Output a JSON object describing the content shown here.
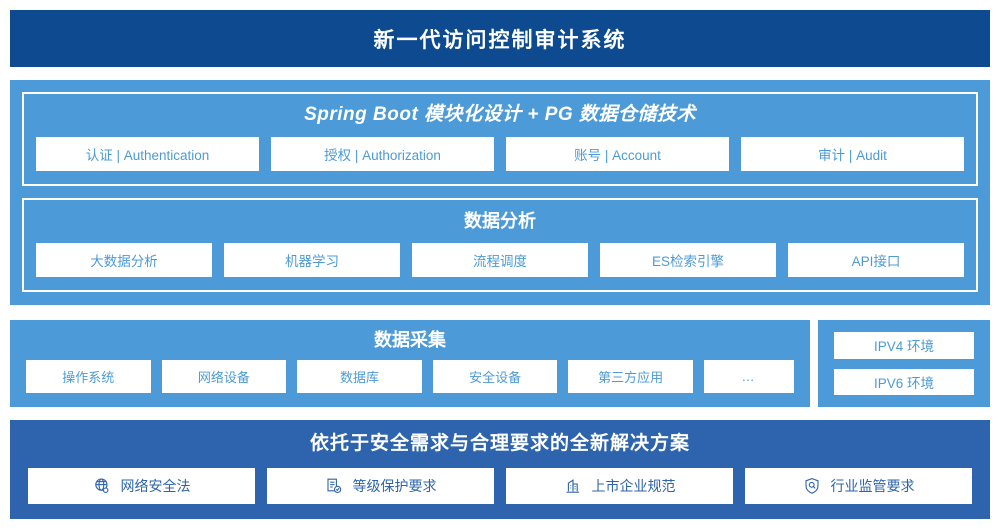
{
  "header": {
    "title": "新一代访问控制审计系统"
  },
  "upper_panel": {
    "groups": [
      {
        "title": "Spring Boot 模块化设计 + PG 数据仓储技术",
        "chips": [
          {
            "label": "认证 | Authentication"
          },
          {
            "label": "授权 | Authorization"
          },
          {
            "label": "账号 | Account"
          },
          {
            "label": "审计 | Audit"
          }
        ]
      },
      {
        "title": "数据分析",
        "chips": [
          {
            "label": "大数据分析"
          },
          {
            "label": "机器学习"
          },
          {
            "label": "流程调度"
          },
          {
            "label": "ES检索引擎"
          },
          {
            "label": "API接口"
          }
        ]
      }
    ]
  },
  "collection_panel": {
    "title": "数据采集",
    "chips": [
      {
        "label": "操作系统"
      },
      {
        "label": "网络设备"
      },
      {
        "label": "数据库"
      },
      {
        "label": "安全设备"
      },
      {
        "label": "第三方应用"
      },
      {
        "label": "…"
      }
    ]
  },
  "side_panel": {
    "chips": [
      {
        "label": "IPV4 环境"
      },
      {
        "label": "IPV6 环境"
      }
    ]
  },
  "bottom_panel": {
    "title": "依托于安全需求与合理要求的全新解决方案",
    "chips": [
      {
        "label": "网络安全法",
        "icon": "globe-network-icon"
      },
      {
        "label": "等级保护要求",
        "icon": "document-check-icon"
      },
      {
        "label": "上市企业规范",
        "icon": "bank-building-icon"
      },
      {
        "label": "行业监管要求",
        "icon": "shield-search-icon"
      }
    ]
  },
  "colors": {
    "title_bar": "#0d4a8f",
    "light_blue": "#4c9bd8",
    "medium_blue": "#2e63ad",
    "chip_bg": "#ffffff"
  }
}
